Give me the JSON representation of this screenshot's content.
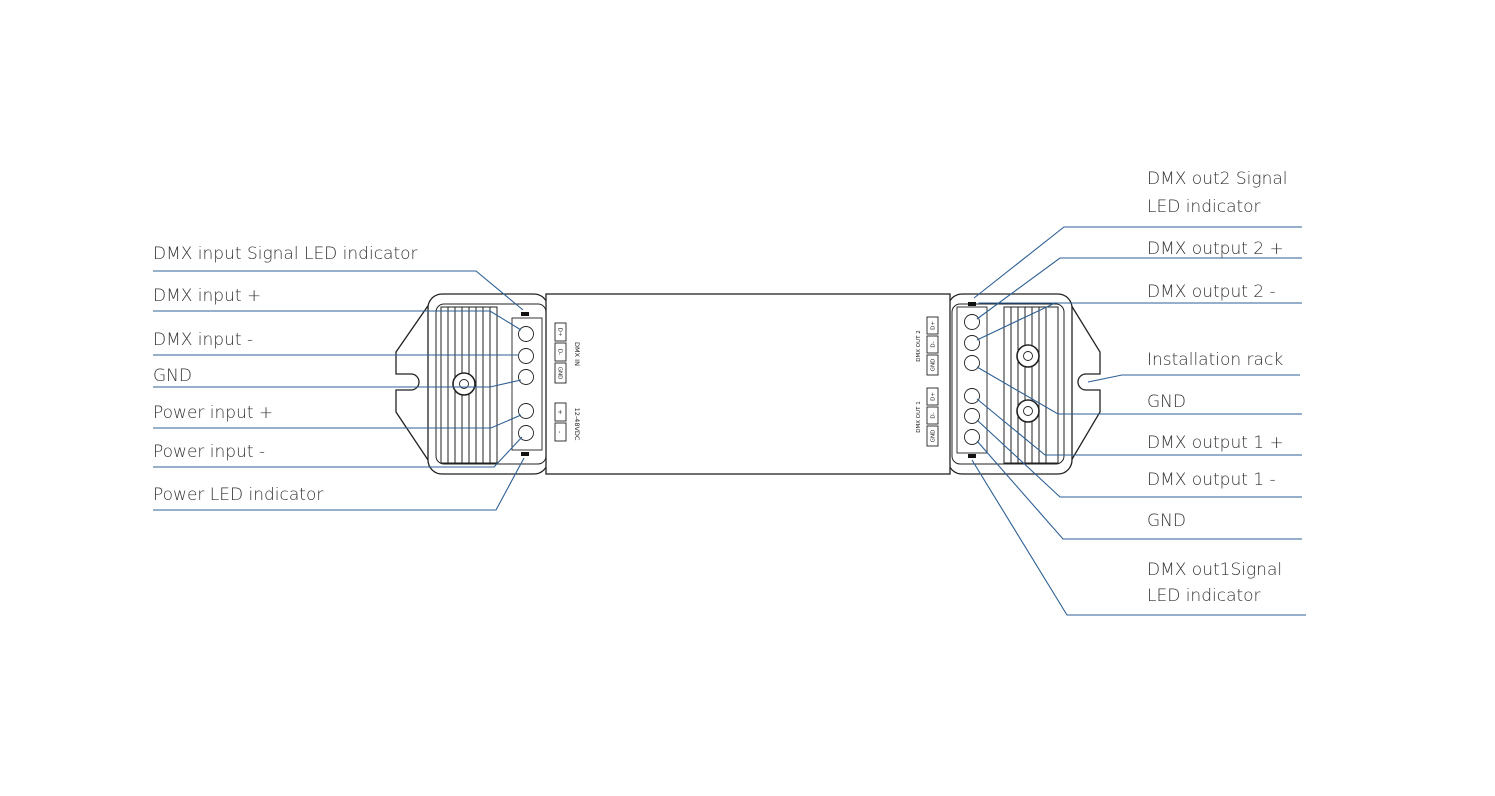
{
  "left_labels": [
    {
      "id": "dmx-input-led",
      "lines": [
        "DMX input Signal LED indicator"
      ]
    },
    {
      "id": "dmx-input-plus",
      "lines": [
        "DMX input +"
      ]
    },
    {
      "id": "dmx-input-minus",
      "lines": [
        "DMX input -"
      ]
    },
    {
      "id": "gnd-left",
      "lines": [
        "GND"
      ]
    },
    {
      "id": "power-input-plus",
      "lines": [
        "Power input +"
      ]
    },
    {
      "id": "power-input-minus",
      "lines": [
        "Power input -"
      ]
    },
    {
      "id": "power-led",
      "lines": [
        "Power LED indicator"
      ]
    }
  ],
  "right_labels": [
    {
      "id": "dmx-out2-led",
      "lines": [
        "DMX out2 Signal",
        "LED indicator"
      ]
    },
    {
      "id": "dmx-output-2-plus",
      "lines": [
        "DMX output 2 +"
      ]
    },
    {
      "id": "dmx-output-2-minus",
      "lines": [
        "DMX output 2 -"
      ]
    },
    {
      "id": "installation-rack",
      "lines": [
        "Installation rack"
      ]
    },
    {
      "id": "gnd-right-1",
      "lines": [
        "GND"
      ]
    },
    {
      "id": "dmx-output-1-plus",
      "lines": [
        "DMX output 1 +"
      ]
    },
    {
      "id": "dmx-output-1-minus",
      "lines": [
        "DMX output 1 -"
      ]
    },
    {
      "id": "gnd-right-2",
      "lines": [
        "GND"
      ]
    },
    {
      "id": "dmx-out1-led",
      "lines": [
        "DMX out1Signal",
        "LED indicator"
      ]
    }
  ],
  "device": {
    "dmx_in_label": "DMX IN",
    "power_label": "12-48VDC",
    "dmx_out2_label": "DMX OUT 2",
    "dmx_out1_label": "DMX OUT 1",
    "pin_d_plus": "D+",
    "pin_d_minus": "D-",
    "pin_gnd": "GND",
    "pin_plus": "+",
    "pin_minus": "-"
  },
  "colors": {
    "leader_line": "#2d5f94",
    "outline": "#222222",
    "text": "#333333"
  }
}
